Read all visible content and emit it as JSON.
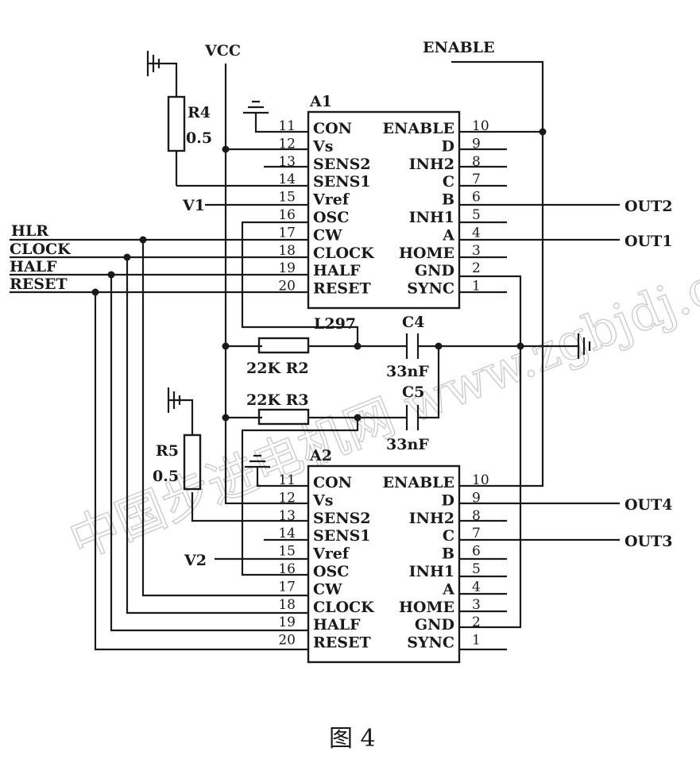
{
  "caption": "图 4",
  "watermark": "中国步进电机网 www.zgbjdj.com",
  "labels": {
    "vcc": "VCC",
    "enable": "ENABLE",
    "v1": "V1",
    "v2": "V2",
    "hlr": "HLR",
    "clock": "CLOCK",
    "half": "HALF",
    "reset": "RESET",
    "out1": "OUT1",
    "out2": "OUT2",
    "out3": "OUT3",
    "out4": "OUT4",
    "l297": "L297",
    "c4": "C4",
    "c5": "C5",
    "c4_value": "33nF",
    "c5_value": "33nF",
    "r2": "22K R2",
    "r3": "22K R3",
    "r4": "R4",
    "r4_value": "0.5",
    "r5": "R5",
    "r5_value": "0.5"
  },
  "chips": [
    {
      "name": "A1",
      "left_pins": [
        {
          "num": "11",
          "name": "CON"
        },
        {
          "num": "12",
          "name": "Vs"
        },
        {
          "num": "13",
          "name": "SENS2"
        },
        {
          "num": "14",
          "name": "SENS1"
        },
        {
          "num": "15",
          "name": "Vref"
        },
        {
          "num": "16",
          "name": "OSC"
        },
        {
          "num": "17",
          "name": "CW"
        },
        {
          "num": "18",
          "name": "CLOCK"
        },
        {
          "num": "19",
          "name": "HALF"
        },
        {
          "num": "20",
          "name": "RESET"
        }
      ],
      "right_pins": [
        {
          "num": "10",
          "name": "ENABLE"
        },
        {
          "num": "9",
          "name": "D"
        },
        {
          "num": "8",
          "name": "INH2"
        },
        {
          "num": "7",
          "name": "C"
        },
        {
          "num": "6",
          "name": "B"
        },
        {
          "num": "5",
          "name": "INH1"
        },
        {
          "num": "4",
          "name": "A"
        },
        {
          "num": "3",
          "name": "HOME"
        },
        {
          "num": "2",
          "name": "GND"
        },
        {
          "num": "1",
          "name": "SYNC"
        }
      ]
    },
    {
      "name": "A2",
      "left_pins": [
        {
          "num": "11",
          "name": "CON"
        },
        {
          "num": "12",
          "name": "Vs"
        },
        {
          "num": "13",
          "name": "SENS2"
        },
        {
          "num": "14",
          "name": "SENS1"
        },
        {
          "num": "15",
          "name": "Vref"
        },
        {
          "num": "16",
          "name": "OSC"
        },
        {
          "num": "17",
          "name": "CW"
        },
        {
          "num": "18",
          "name": "CLOCK"
        },
        {
          "num": "19",
          "name": "HALF"
        },
        {
          "num": "20",
          "name": "RESET"
        }
      ],
      "right_pins": [
        {
          "num": "10",
          "name": "ENABLE"
        },
        {
          "num": "9",
          "name": "D"
        },
        {
          "num": "8",
          "name": "INH2"
        },
        {
          "num": "7",
          "name": "C"
        },
        {
          "num": "6",
          "name": "B"
        },
        {
          "num": "5",
          "name": "INH1"
        },
        {
          "num": "4",
          "name": "A"
        },
        {
          "num": "3",
          "name": "HOME"
        },
        {
          "num": "2",
          "name": "GND"
        },
        {
          "num": "1",
          "name": "SYNC"
        }
      ]
    }
  ]
}
